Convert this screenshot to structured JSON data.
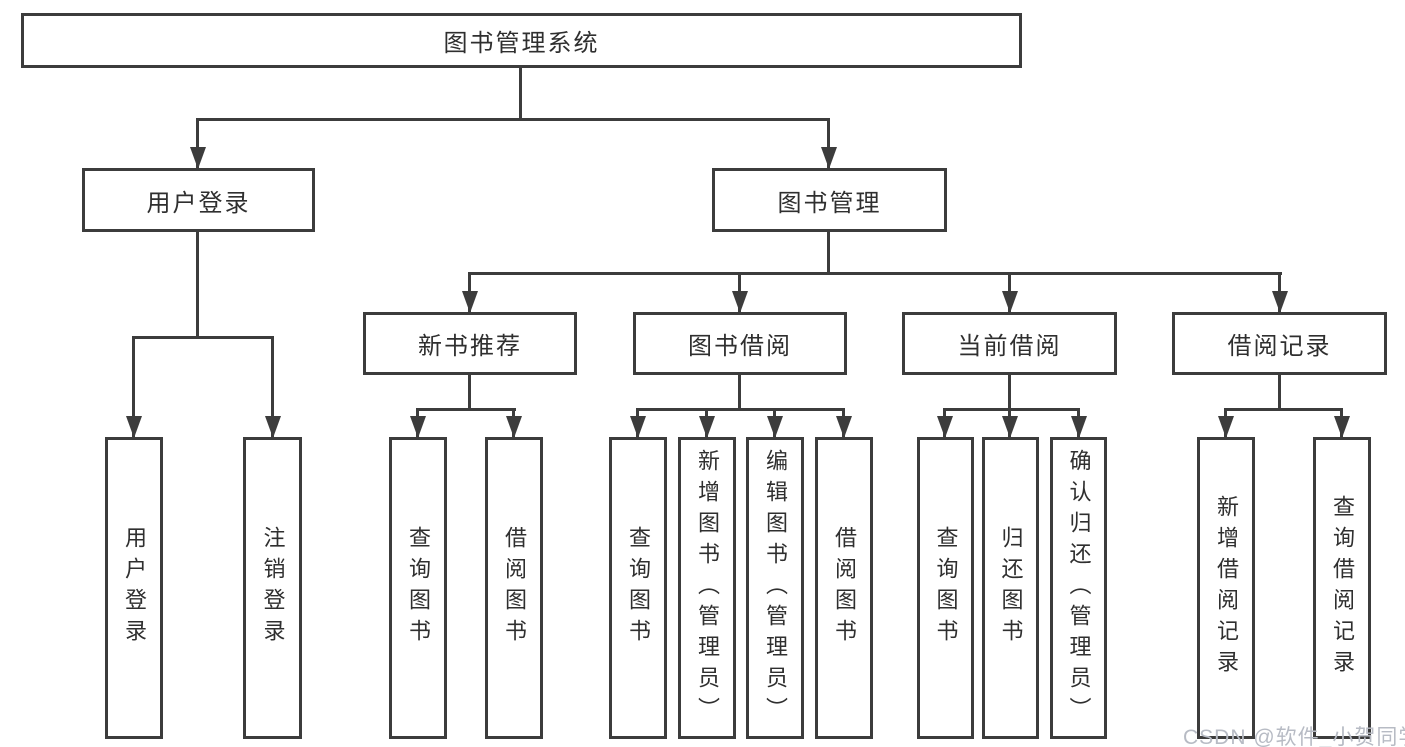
{
  "root": {
    "label": "图书管理系统"
  },
  "level1": {
    "user_login": {
      "label": "用户登录"
    },
    "book_management": {
      "label": "图书管理"
    }
  },
  "level2": {
    "new_book_recommend": {
      "label": "新书推荐"
    },
    "book_borrow": {
      "label": "图书借阅"
    },
    "current_borrow": {
      "label": "当前借阅"
    },
    "borrow_records": {
      "label": "借阅记录"
    }
  },
  "leaves": {
    "user_login": [
      "用户登录",
      "注销登录"
    ],
    "new_book_recommend": [
      "查询图书",
      "借阅图书"
    ],
    "book_borrow": [
      "查询图书",
      "新增图书（管理员）",
      "编辑图书（管理员）",
      "借阅图书"
    ],
    "current_borrow": [
      "查询图书",
      "归还图书",
      "确认归还（管理员）"
    ],
    "borrow_records": [
      "新增借阅记录",
      "查询借阅记录"
    ]
  },
  "watermark": "CSDN @软件_小贺同学",
  "colors": {
    "line": "#3c3c3c",
    "text": "#2f2f2f",
    "background": "#ffffff",
    "watermark": "#b7bbc4"
  }
}
